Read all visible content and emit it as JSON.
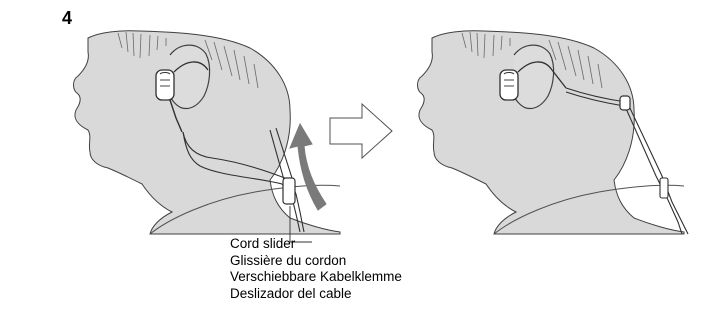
{
  "step": {
    "number": "4"
  },
  "callout": {
    "lines": [
      "Cord slider",
      "Glissière du cordon",
      "Verschiebbare Kabelklemme",
      "Deslizador del cable"
    ]
  },
  "colors": {
    "skin": "#d9d9d9",
    "outline": "#404040",
    "hair": "#707070",
    "arrow_gray": "#7a7a7a",
    "earphone_white": "#ffffff"
  }
}
